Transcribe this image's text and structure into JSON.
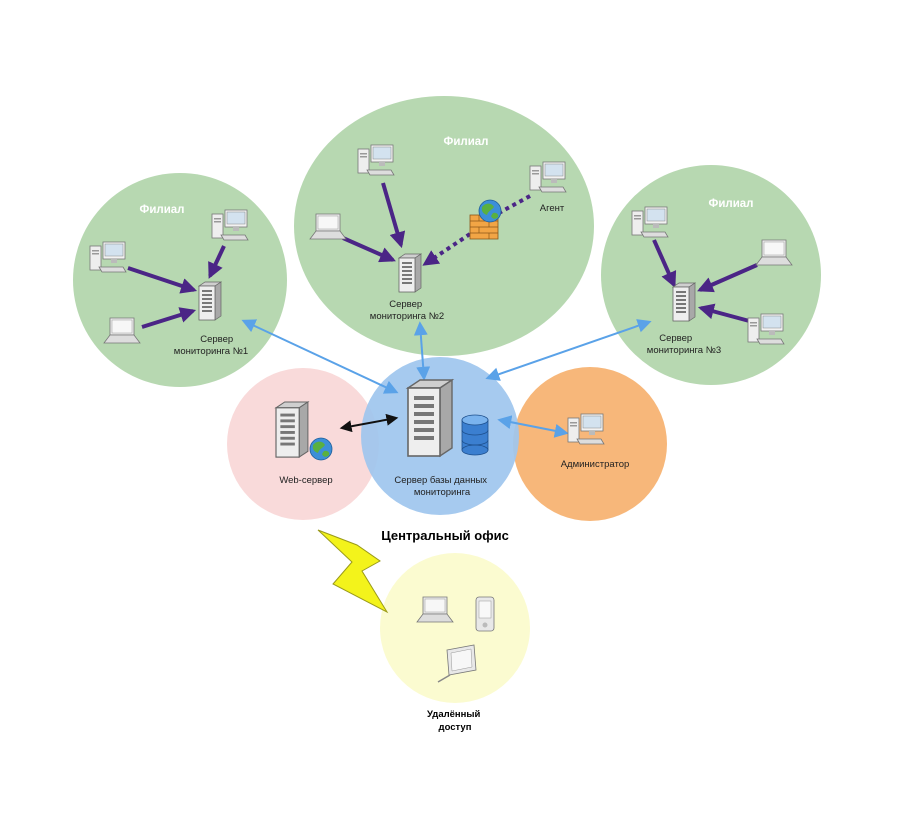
{
  "diagram": {
    "branch_label": "Филиал",
    "agent_label": "Агент",
    "monitor_server_1": [
      "Сервер",
      "мониторинга №1"
    ],
    "monitor_server_2": [
      "Сервер",
      "мониторинга №2"
    ],
    "monitor_server_3": [
      "Сервер",
      "мониторинга №3"
    ],
    "web_server": "Web-сервер",
    "db_server": [
      "Сервер базы данных",
      "мониторинга"
    ],
    "administrator": "Администратор",
    "central_office": "Центральный офис",
    "remote_access": [
      "Удалённый",
      "доступ"
    ],
    "colors": {
      "branch_circle": "#b7d8b1",
      "web_circle": "#f9dada",
      "db_circle": "#9ec6ee",
      "admin_circle": "#f7b77a",
      "remote_circle": "#fbfbd0",
      "link_purple": "#4b2586",
      "link_blue": "#5aa2e8",
      "lightning": "#f3f31b"
    }
  }
}
